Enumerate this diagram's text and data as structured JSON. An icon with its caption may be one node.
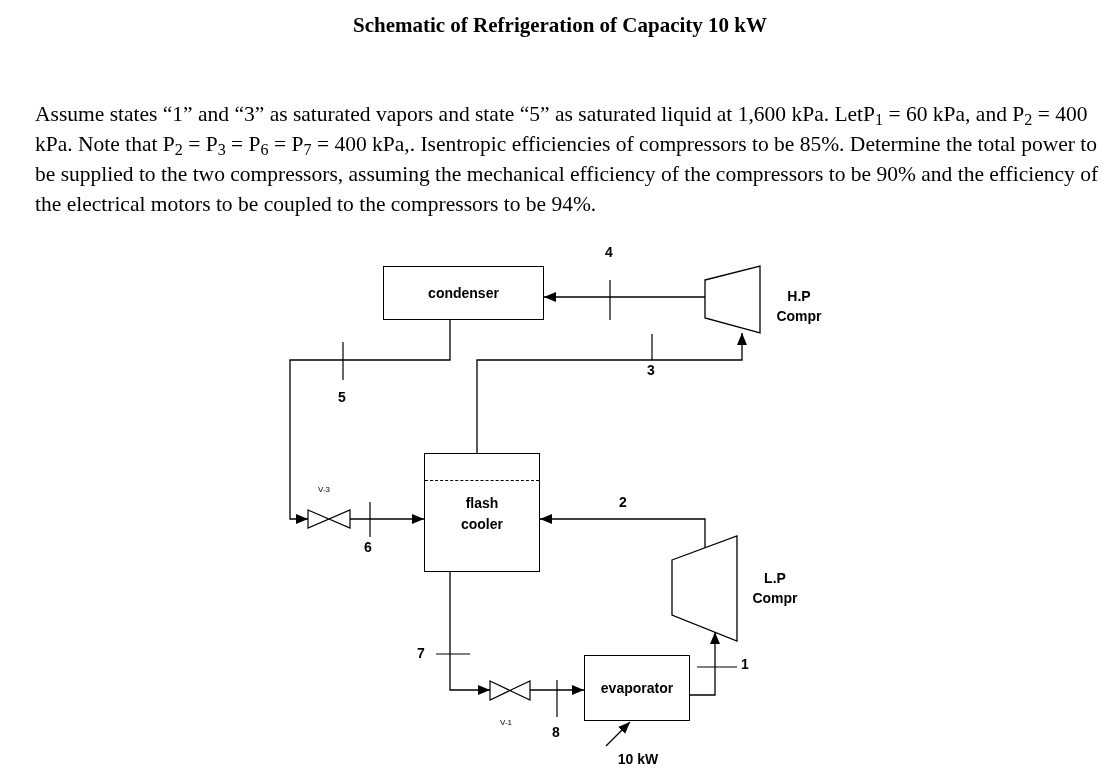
{
  "diagram": {
    "title": "Schematic of Refrigeration of Capacity 10 kW",
    "nodes": [
      {
        "text": [
          "condenser"
        ]
      },
      {
        "text": [],
        "shape": "trapezoid",
        "beside": [
          "H.P Compr"
        ]
      },
      {
        "text": [
          "flash cooler"
        ]
      },
      {
        "text": [],
        "shape": "trapezoid",
        "beside": [
          "L.P Compr"
        ]
      },
      {
        "text": [
          "evaporator"
        ]
      },
      {
        "text": [],
        "shape": "valve",
        "beside": [
          "V-3"
        ]
      },
      {
        "text": [],
        "shape": "valve",
        "beside": [
          "V-1"
        ]
      },
      {
        "text": [
          "10 kW"
        ]
      }
    ],
    "edges": [
      {
        "from": 1,
        "to": 0,
        "arrow": "to",
        "label": "4"
      },
      {
        "from": 0,
        "to": 5,
        "arrow": "to",
        "label": "5"
      },
      {
        "from": 5,
        "to": 2,
        "arrow": "to",
        "label": "6"
      },
      {
        "from": 2,
        "to": 1,
        "arrow": "to",
        "label": "3"
      },
      {
        "from": 3,
        "to": 2,
        "arrow": "to",
        "label": "2"
      },
      {
        "from": 2,
        "to": 6,
        "arrow": "to",
        "label": "7"
      },
      {
        "from": 6,
        "to": 4,
        "arrow": "to",
        "label": "8"
      },
      {
        "from": 4,
        "to": 3,
        "arrow": "to",
        "label": "1"
      },
      {
        "from": 7,
        "to": 4,
        "arrow": "to"
      }
    ],
    "labels": [
      "Assume states “1” and “3” as saturated vapors and state “5” as saturated liquid at 1,600 kPa. LetP$_{1}$ = 60 kPa, and P$_{2}$ = 400 kPa. Note that P$_{2}$ = P$_{3}$ = P$_{6}$ = P$_{7}$ =  400 kPa,. Isentropic efficiencies of compressors to be 85%. Determine the total power to be supplied to the two compressors, assuming the mechanical efficiency of the compressors to be 90% and the efficiency of the electrical motors to be coupled to the compressors to be 94%."
    ]
  }
}
